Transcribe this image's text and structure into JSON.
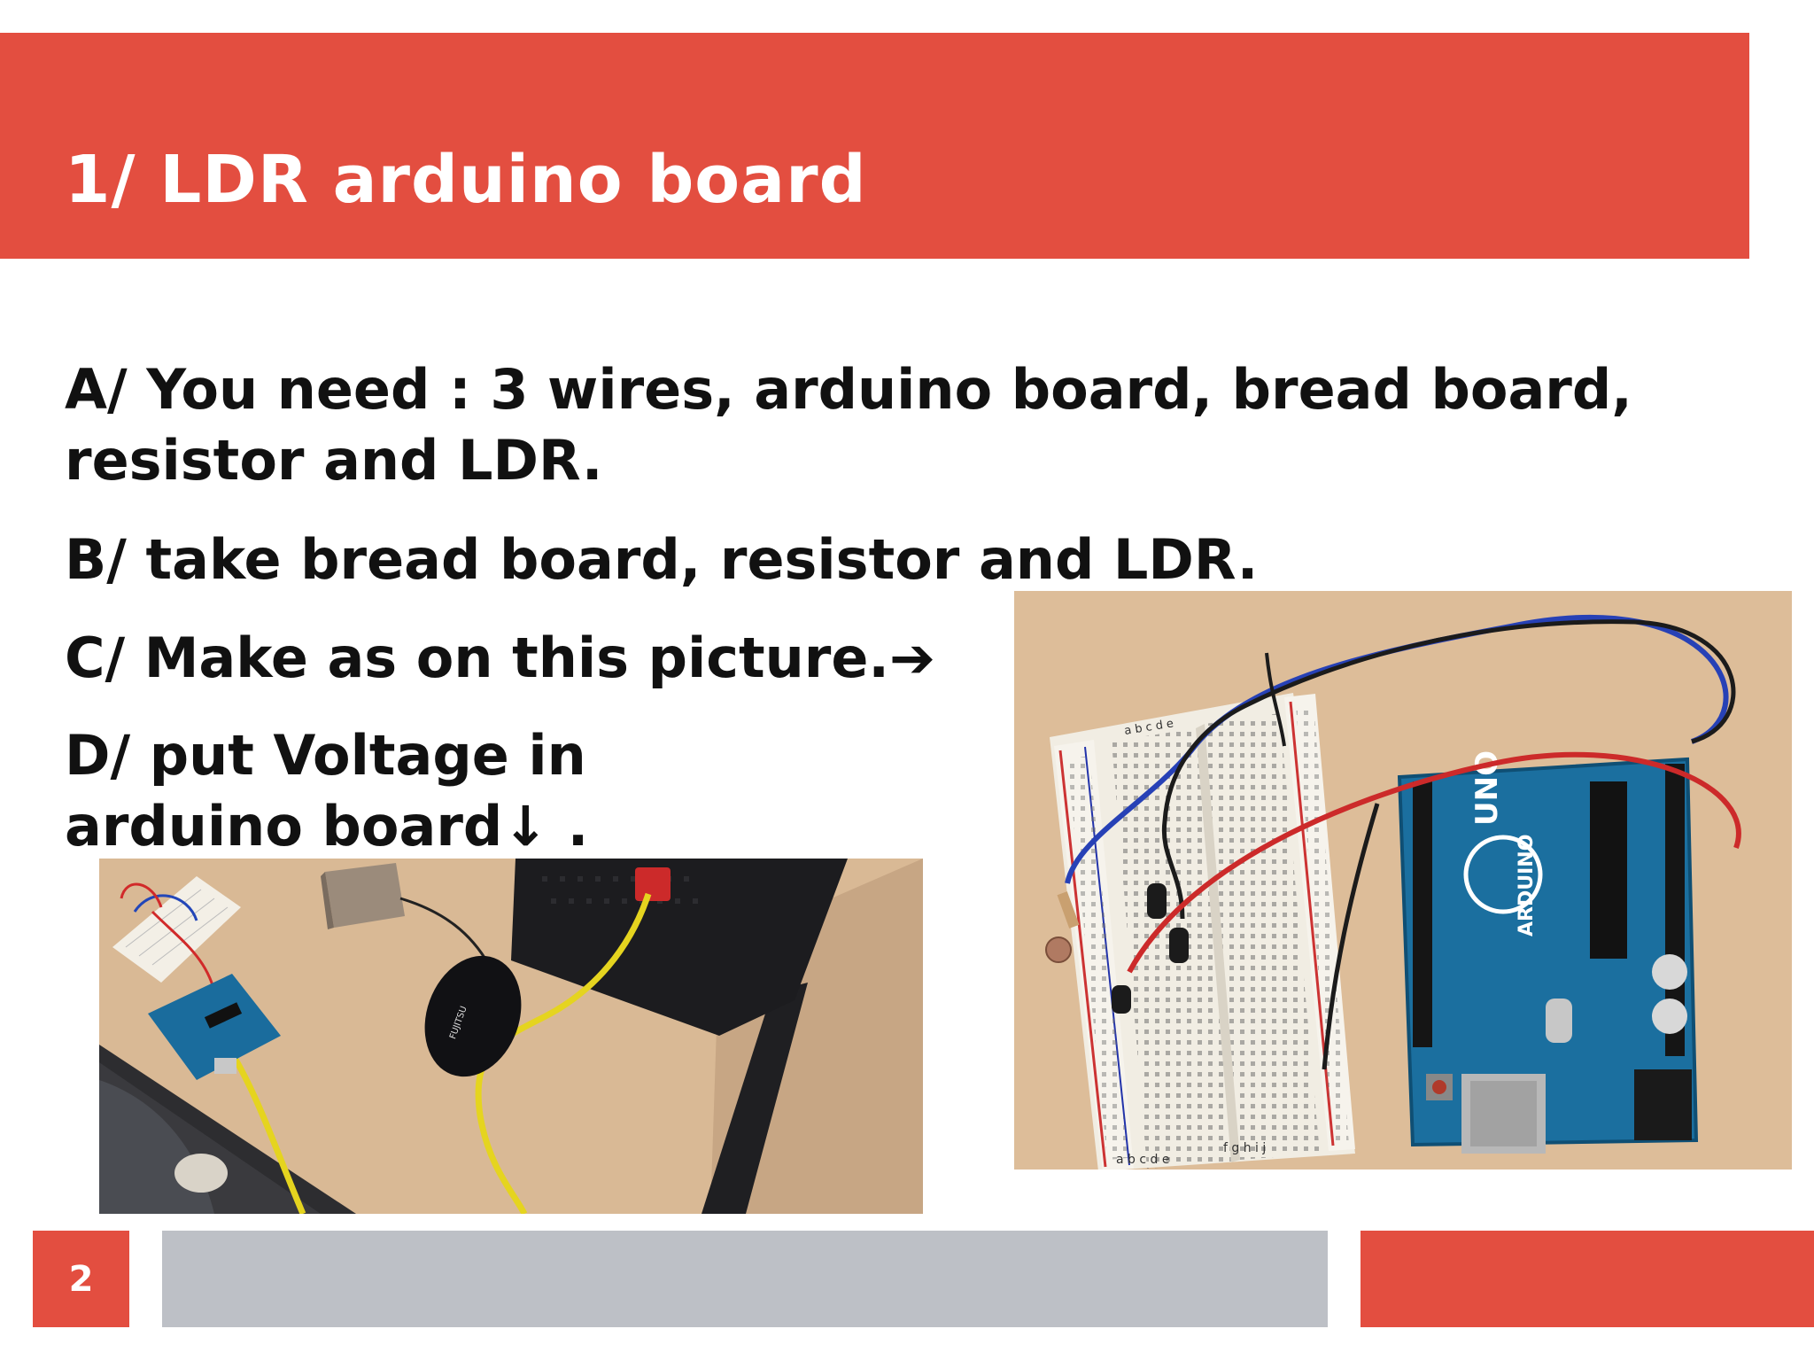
{
  "slide": {
    "title": "1/ LDR arduino board",
    "bullets": [
      "A/ You need :   3 wires, arduino board, bread board, resistor and LDR.",
      "B/  take bread board, resistor and LDR.",
      "C/ Make as on this picture.➔",
      "D/ put Voltage in arduino board↓ ."
    ],
    "page_number": "2"
  },
  "colors": {
    "accent": "#e34e40",
    "footer_gray": "#bdc0c6",
    "text": "#111111"
  },
  "photos": {
    "setup": {
      "mouse_brand": "FUJITSU"
    },
    "breadboard": {
      "board_label": "UNO",
      "board_name": "ARDUINO",
      "column_labels_left": "a b c d e",
      "column_labels_right": "f g h i j"
    }
  }
}
